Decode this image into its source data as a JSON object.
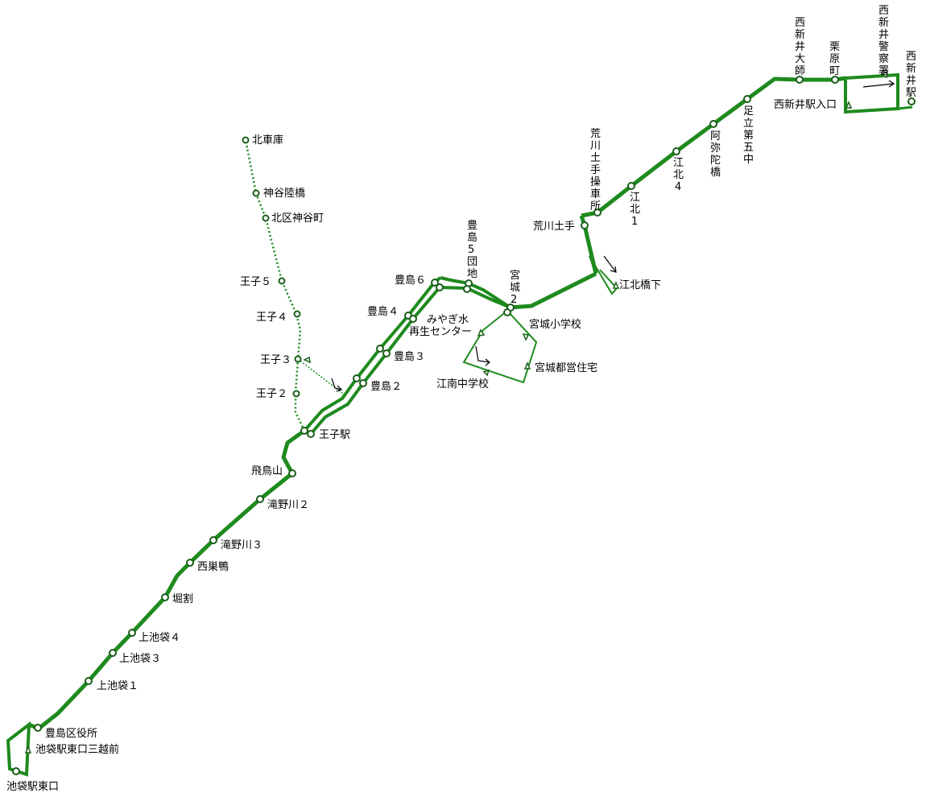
{
  "route": {
    "line_color": "#1e8a1e",
    "stops": {
      "ikebukuro_east": "池袋駅東口",
      "ikebukuro_mitsukoshi": "池袋駅東口三越前",
      "toshima_office": "豊島区役所",
      "kami1": "上池袋１",
      "kami3": "上池袋３",
      "kami4": "上池袋４",
      "horiwari": "堀割",
      "nishisugamo": "西巣鴨",
      "takino3": "滝野川３",
      "takino2": "滝野川２",
      "asukayama": "飛鳥山",
      "oji_station": "王子駅",
      "oji2": "王子２",
      "oji3": "王子３",
      "oji4": "王子４",
      "oji5": "王子５",
      "kita_kamiya": "北区神谷町",
      "kamiya_bridge": "神谷陸橋",
      "kita_depot": "北車庫",
      "toshima2": "豊島２",
      "toshima3": "豊島３",
      "toshima4": "豊島４",
      "toshima6": "豊島６",
      "toshima5": "豊島５団地",
      "miyagi2": "宮城２",
      "miyagi_water": "みやぎ水\n再生センター",
      "konan_school": "江南中学校",
      "miyagi_school": "宮城小学校",
      "miyagi_housing": "宮城都営住宅",
      "arakawa_dote": "荒川土手",
      "konan_bridge": "江北橋下",
      "arakawa_depot": "荒川土手操車所",
      "kohoku1": "江北１",
      "kohoku4": "江北４",
      "amidabashi": "阿弥陀橋",
      "adachi5": "足立第五中",
      "nishiarai_daishi": "西新井大師",
      "kuriharacho": "栗原町",
      "nishiarai_police": "西新井警察署",
      "nishiarai_station": "西新井駅",
      "nishiarai_entrance": "西新井駅入口"
    }
  }
}
